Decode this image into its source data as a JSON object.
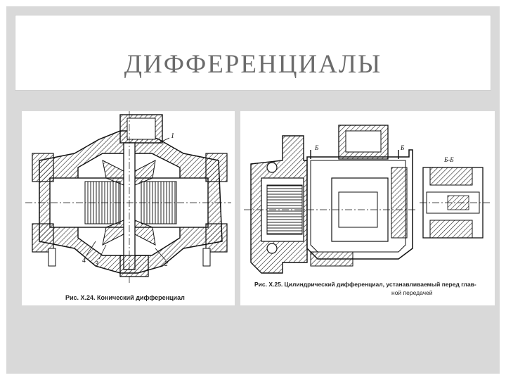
{
  "slide": {
    "title": "ДИФФЕРЕНЦИАЛЫ"
  },
  "figure_left": {
    "caption": "Рис. Х.24. Конический дифференциал",
    "part_labels": [
      "1",
      "2",
      "3",
      "4"
    ]
  },
  "figure_right": {
    "caption_line1": "Рис. Х.25. Цилиндрический дифференциал, устанавливаемый перед глав-",
    "caption_line2": "ной передачей",
    "section_marks": [
      "Б",
      "Б",
      "Б-Б"
    ]
  }
}
